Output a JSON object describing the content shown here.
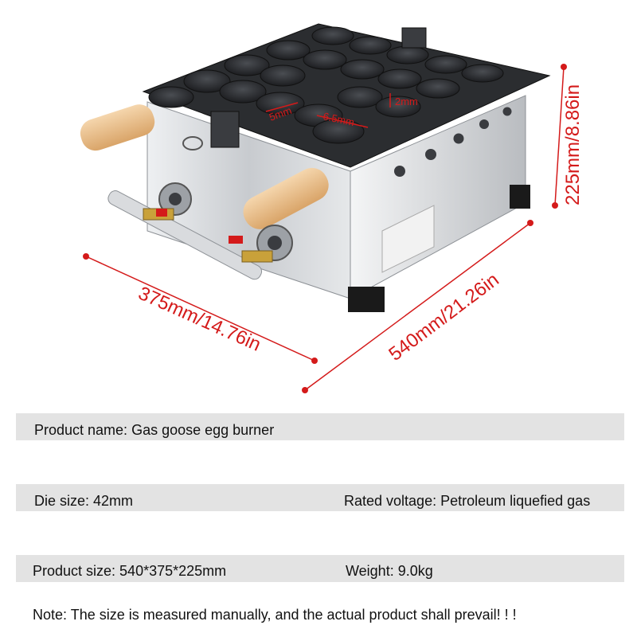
{
  "dimensions": {
    "width": "375mm/14.76in",
    "depth": "540mm/21.26in",
    "height": "225mm/8.86in",
    "mold_width": "5mm",
    "mold_length": "6.5mm",
    "mold_depth": "2mm"
  },
  "specs": {
    "product_name": "Product name: Gas goose egg burner",
    "die_size": "Die size: 42mm",
    "rated_voltage": "Rated voltage: Petroleum liquefied gas",
    "product_size": "Product size: 540*375*225mm",
    "weight": "Weight: 9.0kg"
  },
  "note": "Note: The size is measured manually, and the actual product shall prevail! ! !",
  "colors": {
    "accent": "#d41a1a",
    "bar": "#e3e3e3",
    "steel": "#c9ccd0",
    "iron": "#2b2d30",
    "wood": "#e9c08d"
  }
}
